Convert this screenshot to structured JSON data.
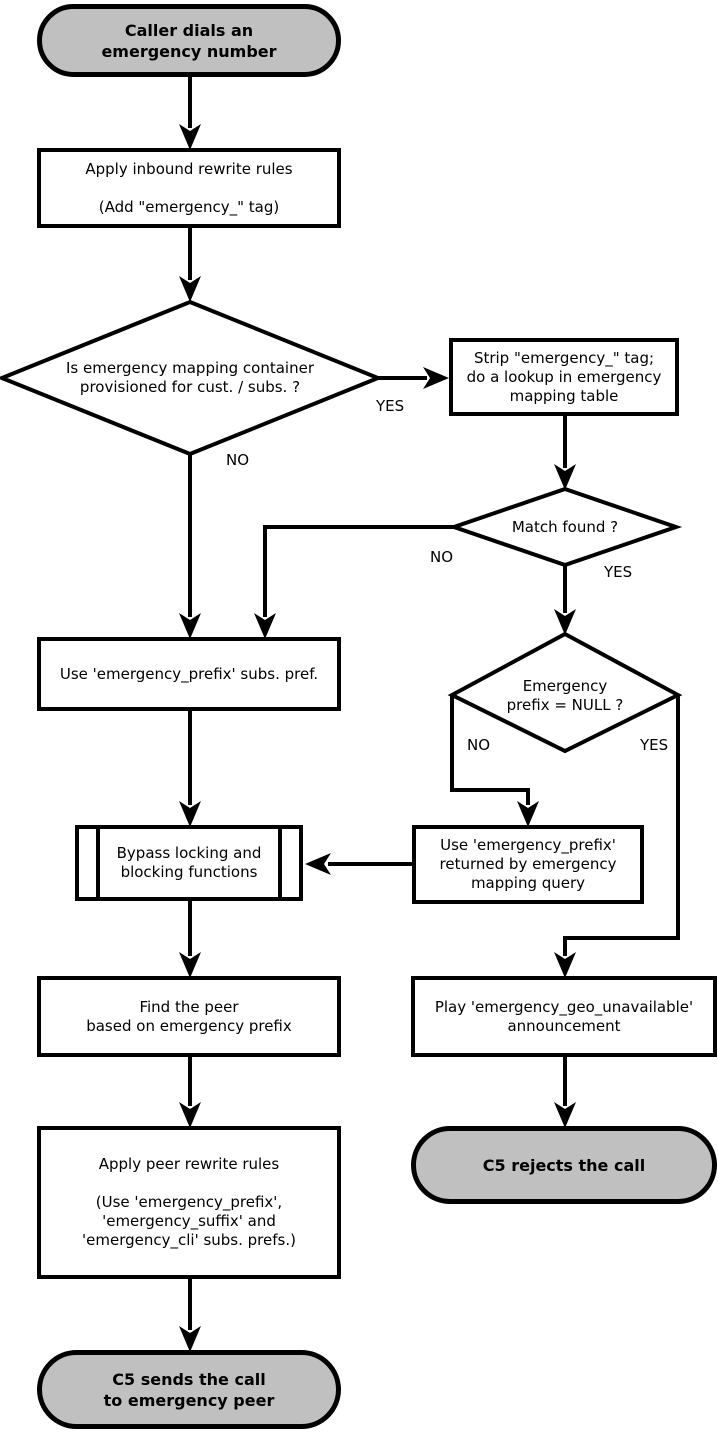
{
  "colors": {
    "stroke": "#000000",
    "node_fill": "#ffffff",
    "terminator_fill": "#c0c0c0",
    "background": "#ffffff"
  },
  "nodes": {
    "start": {
      "type": "terminator",
      "text": "Caller dials an\nemergency number"
    },
    "inbound_rewrite": {
      "type": "process",
      "text": "Apply inbound rewrite rules\n\n(Add \"emergency_\" tag)"
    },
    "container_decision": {
      "type": "decision",
      "text": "Is emergency mapping container\nprovisioned for cust. / subs. ?"
    },
    "strip_lookup": {
      "type": "process",
      "text": "Strip \"emergency_\" tag;\ndo a lookup in emergency\nmapping table"
    },
    "match_decision": {
      "type": "decision",
      "text": "Match found ?"
    },
    "use_subs_pref": {
      "type": "process",
      "text": "Use 'emergency_prefix' subs. pref."
    },
    "null_decision": {
      "type": "decision",
      "text": "Emergency\nprefix = NULL ?"
    },
    "use_returned": {
      "type": "process",
      "text": "Use 'emergency_prefix'\nreturned by emergency\nmapping query"
    },
    "bypass": {
      "type": "subroutine",
      "text": "Bypass locking and\nblocking functions"
    },
    "find_peer": {
      "type": "process",
      "text": "Find the peer\nbased on emergency prefix"
    },
    "play_announcement": {
      "type": "process",
      "text": "Play 'emergency_geo_unavailable'\nannouncement"
    },
    "peer_rewrite": {
      "type": "process",
      "text": "Apply peer rewrite rules\n\n(Use 'emergency_prefix',\n'emergency_suffix' and\n'emergency_cli' subs. prefs.)"
    },
    "send_call": {
      "type": "terminator",
      "text": "C5 sends the call\nto emergency peer"
    },
    "reject_call": {
      "type": "terminator",
      "text": "C5 rejects the call"
    }
  },
  "edge_labels": {
    "container_yes": "YES",
    "container_no": "NO",
    "match_yes": "YES",
    "match_no": "NO",
    "null_yes": "YES",
    "null_no": "NO"
  }
}
